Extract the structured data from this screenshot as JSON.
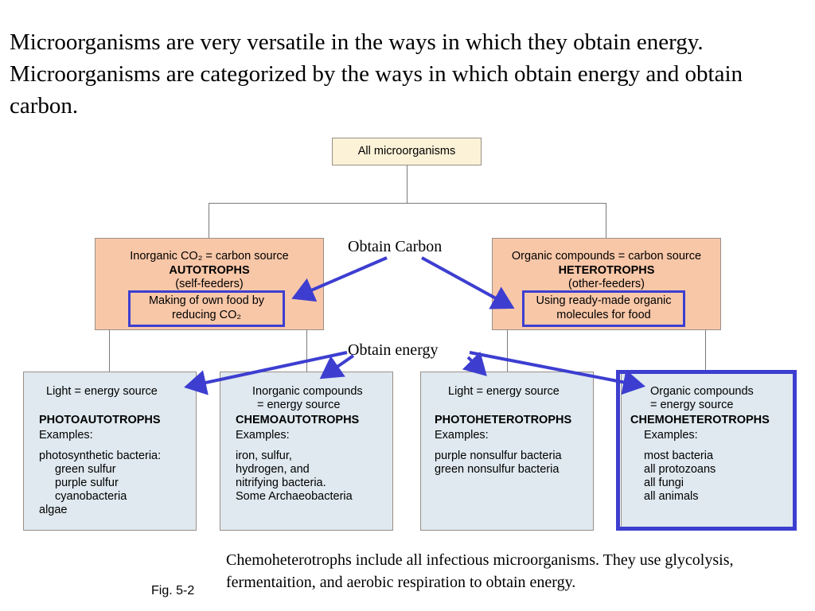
{
  "intro_text": "Microorganisms are very versatile in the ways in which they obtain energy. Microorganisms are categorized by the ways in which obtain energy and obtain carbon.",
  "root_label": "All microorganisms",
  "autotrophs": {
    "line1": "Inorganic CO₂ = carbon source",
    "title": "AUTOTROPHS",
    "subtitle": "(self-feeders)",
    "highlight_line1": "Making of own food by",
    "highlight_line2": "reducing CO₂"
  },
  "heterotrophs": {
    "line1": "Organic compounds = carbon source",
    "title": "HETEROTROPHS",
    "subtitle": "(other-feeders)",
    "highlight_line1": "Using ready-made organic",
    "highlight_line2": "molecules for food"
  },
  "callouts": {
    "carbon": "Obtain Carbon",
    "energy": "Obtain energy"
  },
  "photoautotrophs": {
    "energy_line": "Light = energy source",
    "title": "PHOTOAUTOTROPHS",
    "examples_label": "Examples:",
    "examples": [
      "photosynthetic bacteria:",
      "green sulfur",
      "purple sulfur",
      "cyanobacteria",
      "algae"
    ]
  },
  "chemoautotrophs": {
    "energy_line1": "Inorganic compounds",
    "energy_line2": "= energy source",
    "title": "CHEMOAUTOTROPHS",
    "examples_label": "Examples:",
    "examples": [
      "iron, sulfur,",
      "hydrogen, and",
      "nitrifying bacteria.",
      "Some Archaeobacteria"
    ]
  },
  "photoheterotrophs": {
    "energy_line": "Light = energy source",
    "title": "PHOTOHETEROTROPHS",
    "examples_label": "Examples:",
    "examples": [
      "purple nonsulfur bacteria",
      "green nonsulfur bacteria"
    ]
  },
  "chemoheterotrophs": {
    "energy_line1": "Organic compounds",
    "energy_line2": "= energy source",
    "title": "CHEMOHETEROTROPHS",
    "examples_label": "Examples:",
    "examples": [
      "most bacteria",
      "all protozoans",
      "all fungi",
      "all animals"
    ]
  },
  "caption": "Chemoheterotrophs include all infectious microorganisms.  They use glycolysis, fermentaition, and aerobic respiration to obtain energy.",
  "fig_label": "Fig. 5-2",
  "colors": {
    "highlight_blue": "#3d3ed0",
    "root_fill": "#fbf2d8",
    "mid_fill": "#f8c7a8",
    "leaf_fill": "#dfe9ef"
  }
}
